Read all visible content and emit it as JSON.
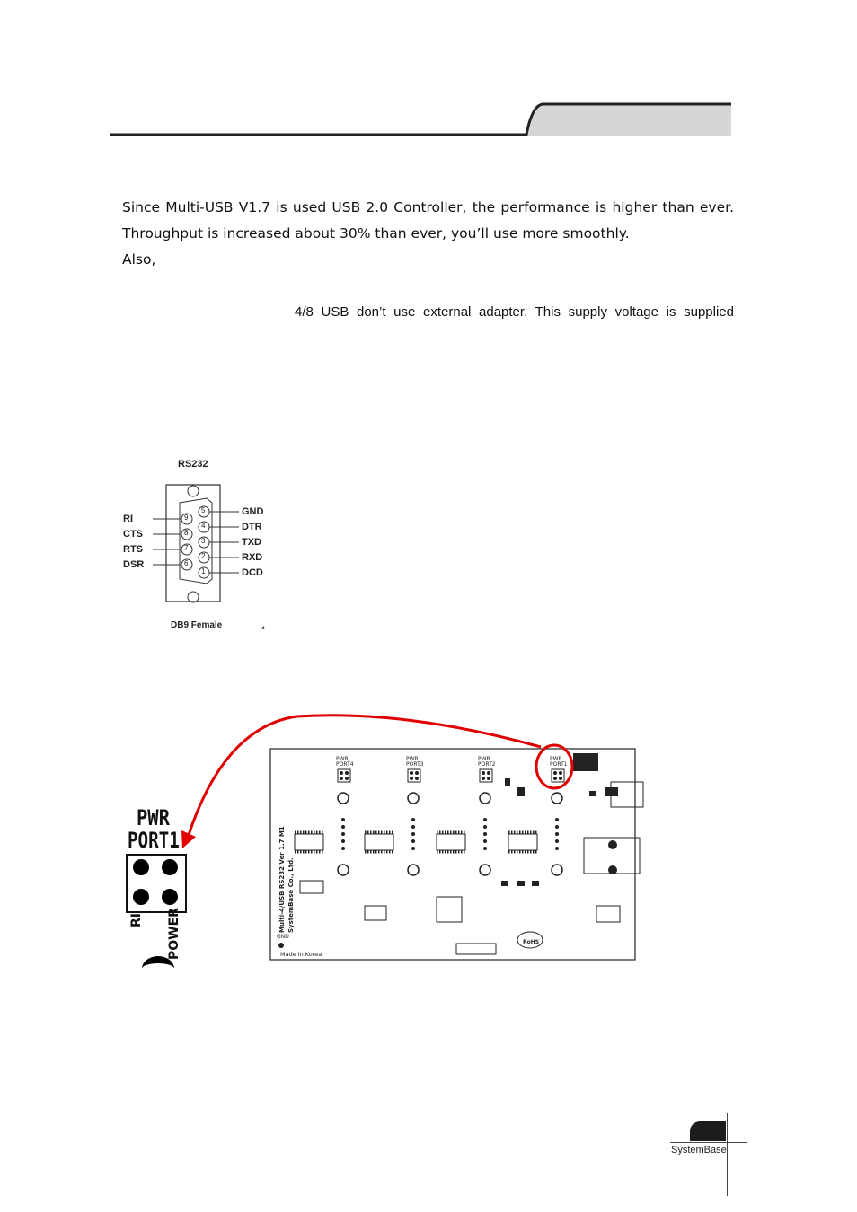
{
  "body": {
    "para1_line1": "Since Multi-USB V1.7 is used USB 2.0 Controller, the performance is higher than ever.",
    "para1_line2": "Throughput is increased about 30% than ever, you’ll use more smoothly.",
    "para2": "Also,",
    "para3": "4/8 USB don’t use external adapter. This supply voltage is supplied"
  },
  "rs232_figure": {
    "title": "RS232",
    "left_pins": [
      "RI",
      "CTS",
      "RTS",
      "DSR"
    ],
    "right_pins": [
      "GND",
      "DTR",
      "TXD",
      "RXD",
      "DCD"
    ],
    "top_row_numbers": [
      "5",
      "4",
      "3",
      "2",
      "1"
    ],
    "bottom_row_numbers": [
      "9",
      "8",
      "7",
      "6"
    ],
    "caption": "DB9 Female",
    "stray_mark": "ⅎ"
  },
  "pcb_figure": {
    "zoom_title_line1": "PWR",
    "zoom_title_line2": "PORT1",
    "zoom_label_left": "RI",
    "zoom_label_right": "POWER",
    "board_labels": {
      "pwr_port4": "PWR\nPORT4",
      "pwr_port3": "PWR\nPORT3",
      "pwr_port2": "PWR\nPORT2",
      "pwr_port1": "PWR\nPORT1",
      "board_name": "Multi-4/USB RS232 Ver 1.7 M1",
      "company": "SystemBase Co., Ltd.",
      "made_in": "Made in Korea",
      "gnd": "GND",
      "rohs": "RoHS"
    },
    "colors": {
      "arrow": "#e00000",
      "highlight": "#e00000"
    }
  },
  "footer": {
    "brand": "SystemBase"
  }
}
